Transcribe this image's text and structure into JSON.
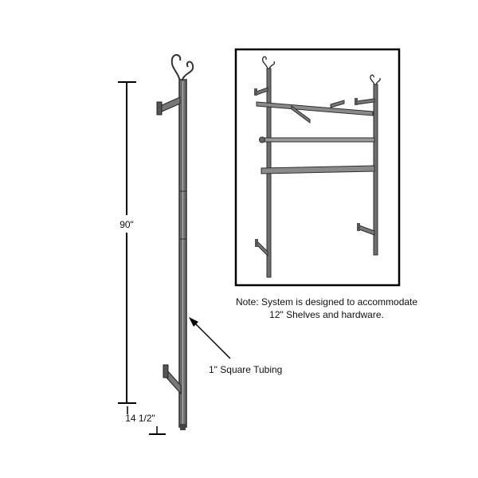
{
  "dimensions": {
    "height_label": "90\"",
    "offset_label": "14 1/2\""
  },
  "callout": {
    "label": "1\" Square Tubing"
  },
  "note": {
    "line1": "Note: System is designed to accommodate",
    "line2": "12\" Shelves and hardware."
  }
}
